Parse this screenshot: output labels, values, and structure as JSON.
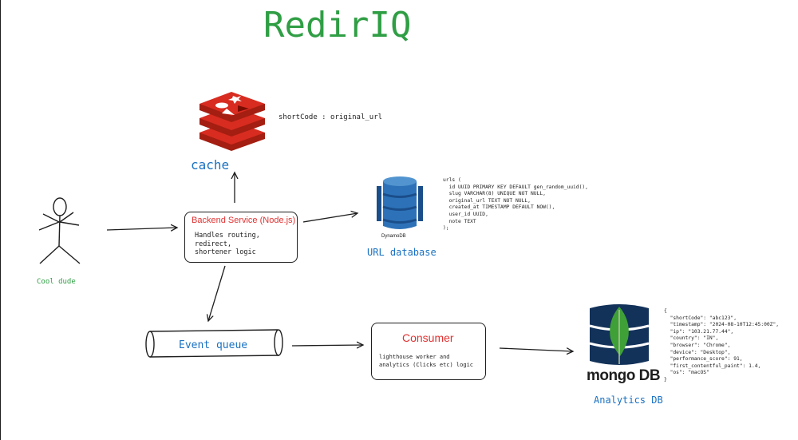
{
  "title": "RedirIQ",
  "user": {
    "label": "Cool dude"
  },
  "cache": {
    "label": "cache",
    "note": "shortCode : original_url",
    "icon": "redis-icon"
  },
  "backend": {
    "title": "Backend Service (Node.js)",
    "description": "Handles routing,\nredirect,\nshortener logic"
  },
  "url_db": {
    "label": "URL database",
    "logo_text": "DynamoDB",
    "icon": "dynamodb-icon",
    "schema": "urls (\n  id UUID PRIMARY KEY DEFAULT gen_random_uuid(),\n  slug VARCHAR(8) UNIQUE NOT NULL,\n  original_url TEXT NOT NULL,\n  created_at TIMESTAMP DEFAULT NOW(),\n  user_id UUID,\n  note TEXT\n);"
  },
  "event_queue": {
    "label": "Event queue"
  },
  "consumer": {
    "title": "Consumer",
    "description": "lighthouse worker and\nanalytics (Clicks etc) logic"
  },
  "analytics_db": {
    "label": "Analytics DB",
    "logo_text": "mongo DB",
    "icon": "mongodb-icon",
    "sample": "{\n  \"shortCode\": \"abc123\",\n  \"timestamp\": \"2024-08-10T12:45:00Z\",\n  \"ip\": \"103.21.77.44\",\n  \"country\": \"IN\",\n  \"browser\": \"Chrome\",\n  \"device\": \"Desktop\",\n  \"performance_score\": 91,\n  \"first_contentful_paint\": 1.4,\n  \"os\": \"macOS\"\n}"
  },
  "colors": {
    "title": "#2f9e44",
    "label_blue": "#1971c2",
    "accent_red": "#e03131",
    "redis_red": "#d82c20",
    "dynamo_blue": "#2d72b8",
    "mongo_dark": "#13325a",
    "mongo_green": "#3fa037"
  }
}
